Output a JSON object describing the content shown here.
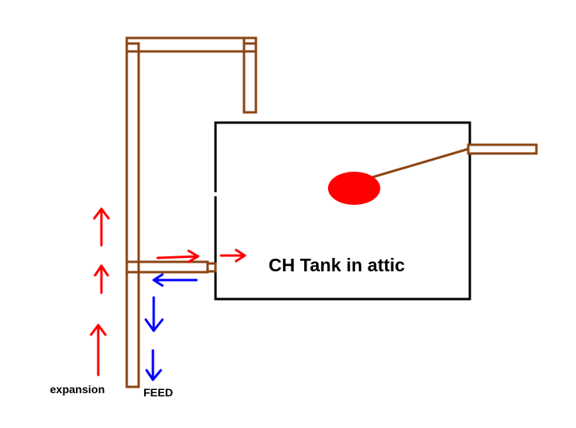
{
  "tank": {
    "title": "CH Tank in attic"
  },
  "labels": {
    "expansion": "expansion",
    "feed": "FEED"
  },
  "colors": {
    "pipe": "#8B4513",
    "pipe_fill": "#ffffff",
    "tank_outline": "#000000",
    "float_ball": "#ff0000",
    "arrow_up": "#ff0000",
    "arrow_down": "#0000ff"
  }
}
